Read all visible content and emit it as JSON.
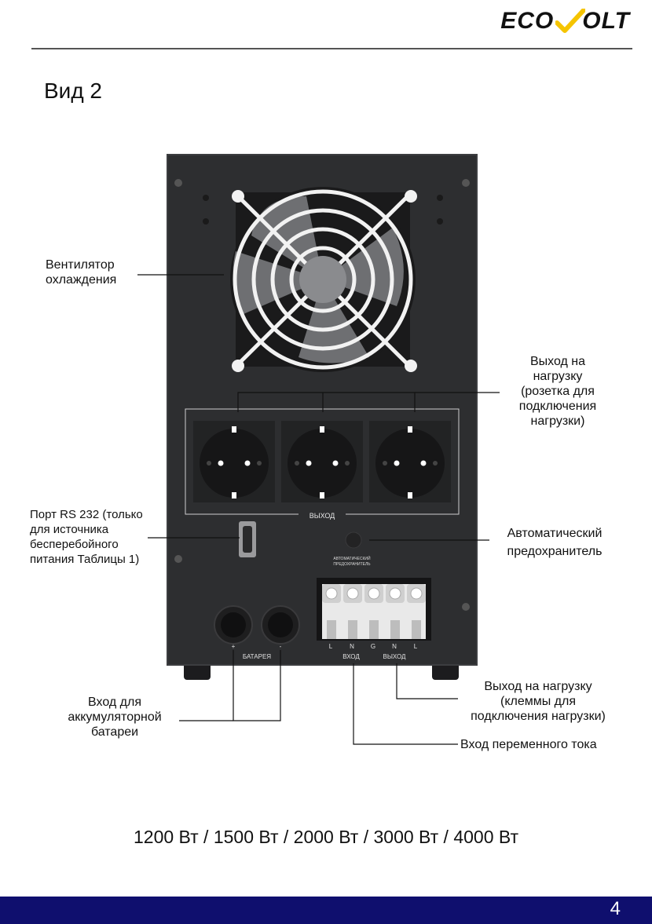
{
  "header": {
    "logo_left": "ECO",
    "logo_right": "OLT"
  },
  "page": {
    "title": "Вид 2",
    "sizes": "1200 Вт / 1500 Вт / 2000 Вт / 3000 Вт / 4000 Вт",
    "page_number": "4"
  },
  "device_labels": {
    "output_panel": "ВЫХОД",
    "breaker_panel_line1": "АВТОМАТИЧЕСКИЙ",
    "breaker_panel_line2": "ПРЕДОХРАНИТЕЛЬ",
    "terminal_letters": [
      "L",
      "N",
      "G",
      "N",
      "L"
    ],
    "input_group": "ВХОД",
    "output_group": "ВЫХОД",
    "battery": "БАТАРЕЯ",
    "plus": "+",
    "minus": "-"
  },
  "callouts": {
    "fan": [
      "Вентилятор",
      "охлаждения"
    ],
    "sockets": [
      "Выход на",
      "нагрузку",
      "(розетка для",
      "подключения",
      "нагрузки)"
    ],
    "rs232": [
      "Порт RS 232 (только",
      "для источника",
      "бесперебойного",
      "питания Таблицы 1)"
    ],
    "breaker": [
      "Автоматический",
      "предохранитель"
    ],
    "terminals_out": [
      "Выход на нагрузку",
      "(клеммы для",
      "подключения нагрузки)"
    ],
    "battery_in": [
      "Вход для",
      "аккумуляторной",
      "батареи"
    ],
    "ac_in": [
      "Вход переменного тока"
    ]
  },
  "colors": {
    "panel": "#2d2e30",
    "footer": "#0f0f6e",
    "logo_check": "#f5c400"
  }
}
